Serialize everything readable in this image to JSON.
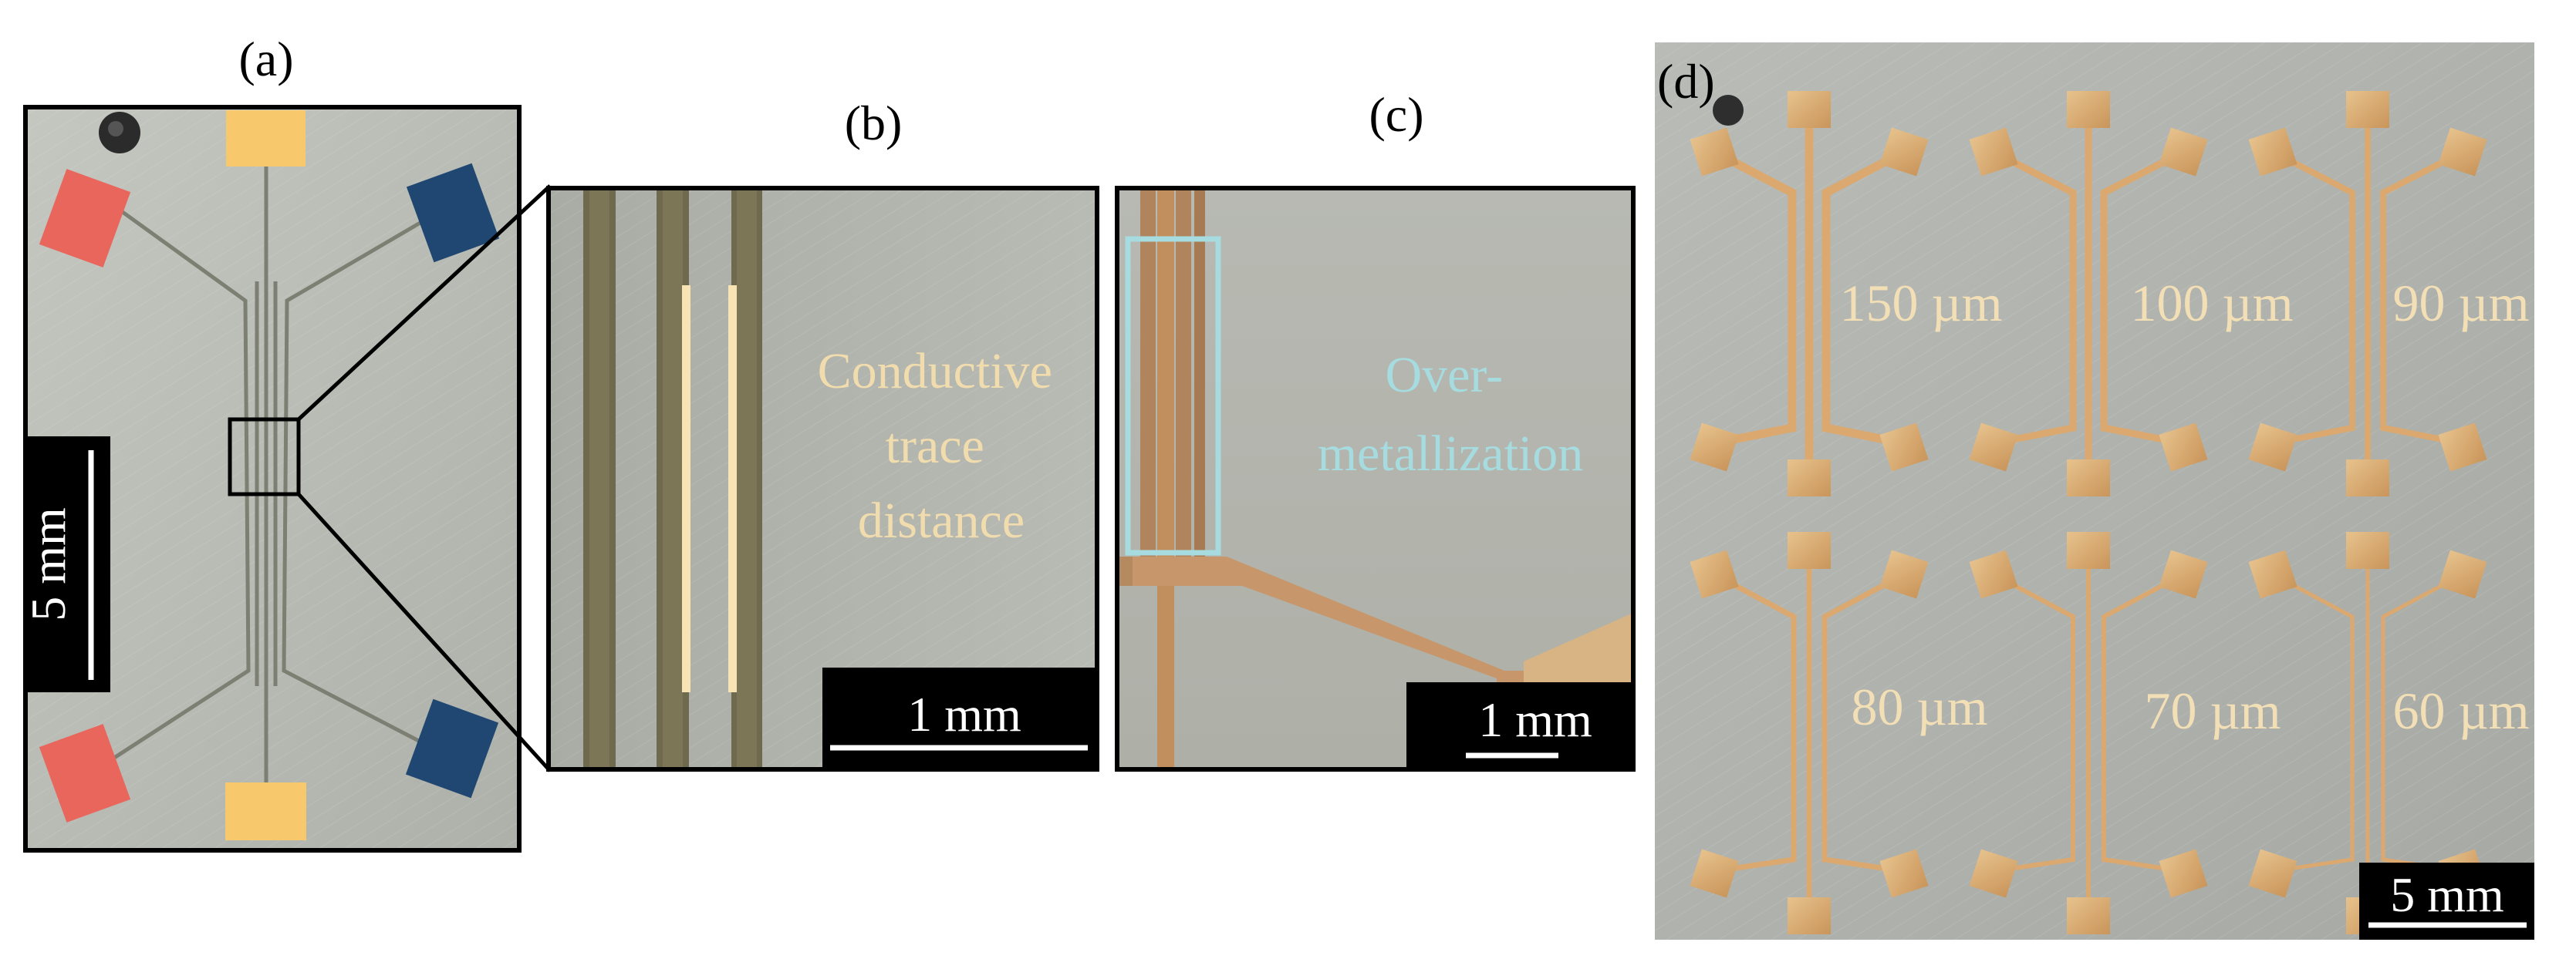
{
  "figure": {
    "panel_a": {
      "label": "(a)",
      "scale_bar": "5 mm",
      "pad_colors": {
        "red": "#e8665c",
        "yellow": "#f8c96c",
        "blue": "#1f4771"
      }
    },
    "panel_b": {
      "label": "(b)",
      "annotation": [
        "Conductive",
        "trace",
        "distance"
      ],
      "scale_bar": "1 mm",
      "marker_color": "#f7e3b4"
    },
    "panel_c": {
      "label": "(c)",
      "annotation": [
        "Over-",
        "metallization"
      ],
      "scale_bar": "1 mm",
      "highlight_color": "#a6dcdf"
    },
    "panel_d": {
      "label": "(d)",
      "widths": [
        "150 µm",
        "100 µm",
        "90 µm",
        "80 µm",
        "70 µm",
        "60 µm"
      ],
      "scale_bar": "5 mm",
      "copper_color": "#dba96f"
    }
  }
}
